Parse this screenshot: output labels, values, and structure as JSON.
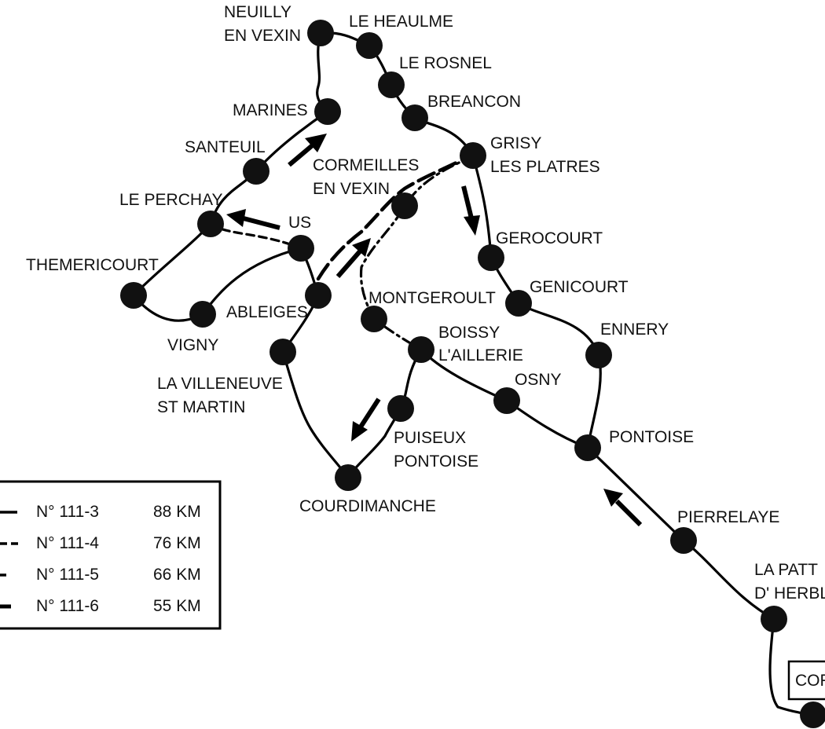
{
  "towns": {
    "neuilly": [
      "NEUILLY",
      "EN VEXIN"
    ],
    "heaulme": [
      "LE HEAULME"
    ],
    "rosnel": [
      "LE ROSNEL"
    ],
    "breancon": [
      "BREANCON"
    ],
    "grisy": [
      "GRISY",
      "LES PLATRES"
    ],
    "marines": [
      "MARINES"
    ],
    "santeuil": [
      "SANTEUIL"
    ],
    "cormeilles": [
      "CORMEILLES",
      "EN VEXIN"
    ],
    "perchay": [
      "LE PERCHAY"
    ],
    "us": [
      "US"
    ],
    "themericourt": [
      "THEMERICOURT"
    ],
    "ableiges": [
      "ABLEIGES"
    ],
    "vigny": [
      "VIGNY"
    ],
    "montgeroult": [
      "MONTGEROULT"
    ],
    "gerocourt": [
      "GEROCOURT"
    ],
    "genicourt": [
      "GENICOURT"
    ],
    "ennery": [
      "ENNERY"
    ],
    "boissy": [
      "BOISSY",
      "L'AILLERIE"
    ],
    "villeneuve": [
      "LA VILLENEUVE",
      "ST MARTIN"
    ],
    "osny": [
      "OSNY"
    ],
    "pontoise": [
      "PONTOISE"
    ],
    "puiseux": [
      "PUISEUX",
      "PONTOISE"
    ],
    "courdimanche": [
      "COURDIMANCHE"
    ],
    "pierrelaye": [
      "PIERRELAYE"
    ],
    "patte": [
      "LA  PATT",
      "D' HERBL"
    ],
    "start": [
      "COR"
    ]
  },
  "legend": {
    "routes": [
      {
        "name": "N° 111-3",
        "distance": "88 KM",
        "style": "solid"
      },
      {
        "name": "N° 111-4",
        "distance": "76 KM",
        "style": "dashed"
      },
      {
        "name": "N° 111-5",
        "distance": "66 KM",
        "style": "dash-dot"
      },
      {
        "name": "N° 111-6",
        "distance": "55 KM",
        "style": "long-dash"
      }
    ]
  },
  "colors": {
    "ink": "#000000",
    "background": "#ffffff"
  }
}
